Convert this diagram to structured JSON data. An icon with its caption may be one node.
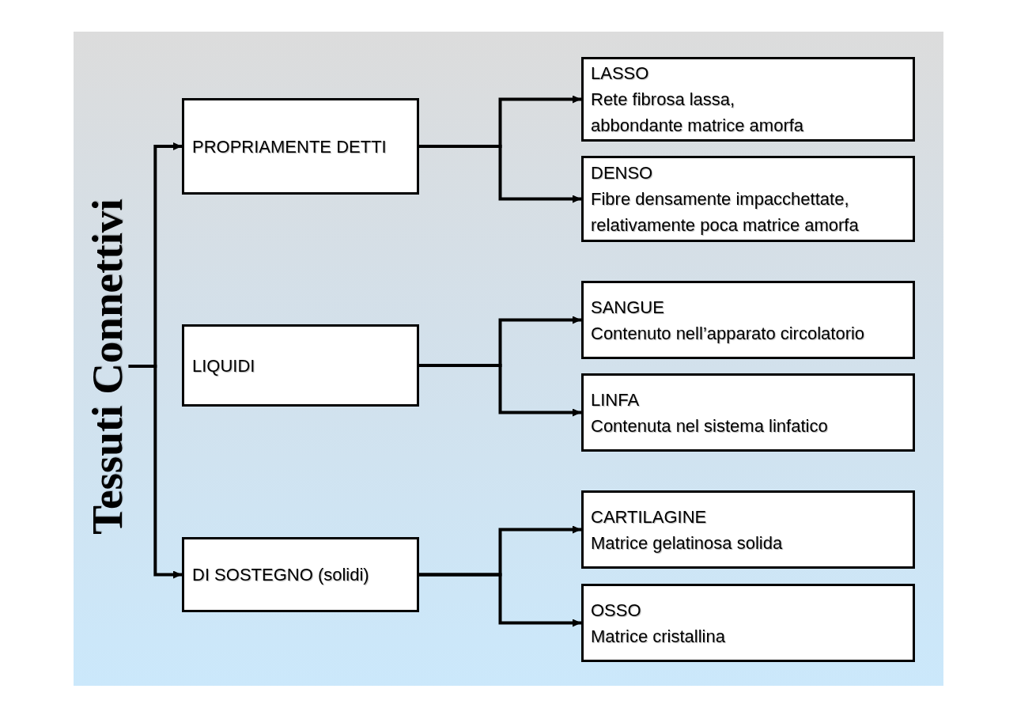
{
  "diagram": {
    "nodes": [
      {
        "text": [
          "Tessuti Connettivi"
        ]
      },
      {
        "text": [
          "PROPRIAMENTE DETTI"
        ]
      },
      {
        "text": [
          "LIQUIDI"
        ]
      },
      {
        "text": [
          "DI SOSTEGNO (solidi)"
        ]
      },
      {
        "text": [
          "LASSO",
          "Rete fibrosa lassa, abbondante matrice amorfa"
        ]
      },
      {
        "text": [
          "DENSO",
          "Fibre densamente impacchettate, relativamente poca matrice amorfa"
        ]
      },
      {
        "text": [
          "SANGUE",
          "Contenuto nell’apparato circolatorio"
        ]
      },
      {
        "text": [
          "LINFA",
          "Contenuta nel sistema linfatico"
        ]
      },
      {
        "text": [
          "CARTILAGINE",
          "Matrice gelatinosa solida"
        ]
      },
      {
        "text": [
          "OSSO",
          "Matrice cristallina"
        ]
      }
    ],
    "edges": [
      {
        "from": 0,
        "to": 1,
        "arrow": "to"
      },
      {
        "from": 0,
        "to": 3,
        "arrow": "to"
      },
      {
        "from": 1,
        "to": 4,
        "arrow": "to"
      },
      {
        "from": 1,
        "to": 5,
        "arrow": "to"
      },
      {
        "from": 2,
        "to": 6,
        "arrow": "to"
      },
      {
        "from": 2,
        "to": 7,
        "arrow": "to"
      },
      {
        "from": 3,
        "to": 8,
        "arrow": "to"
      },
      {
        "from": 3,
        "to": 9,
        "arrow": "to"
      }
    ]
  }
}
